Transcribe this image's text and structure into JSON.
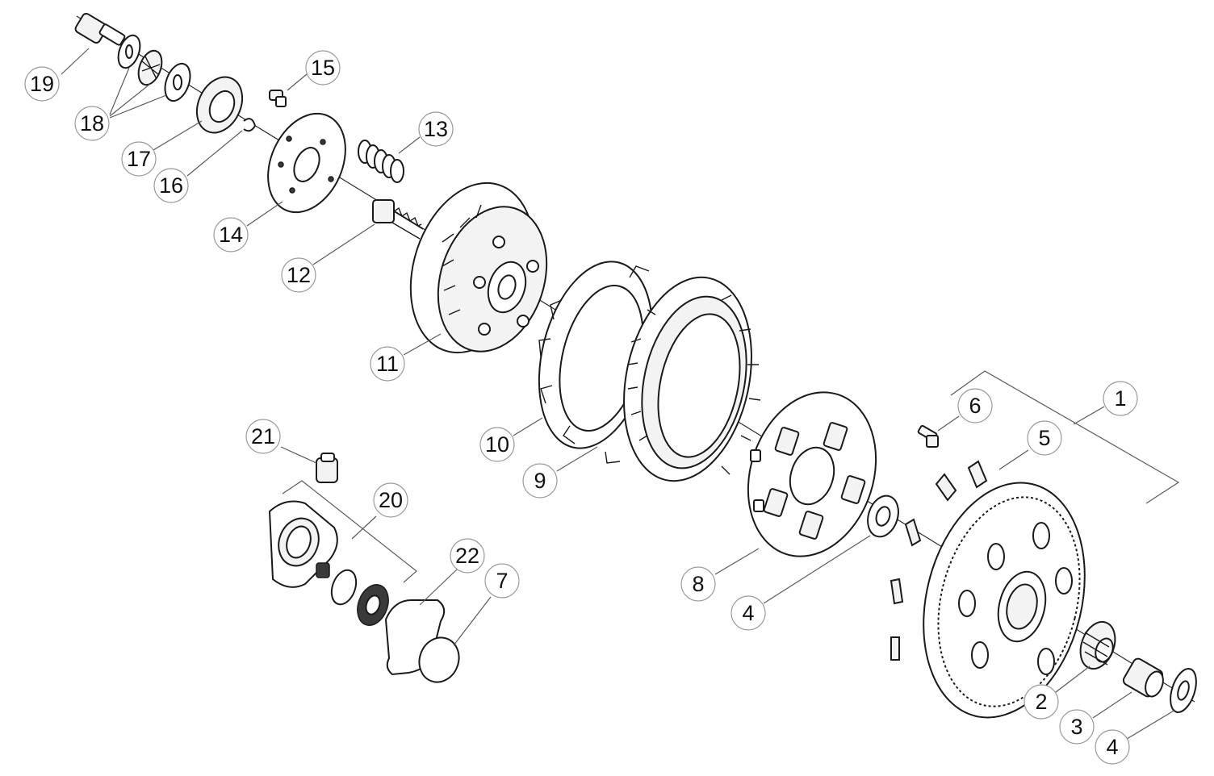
{
  "callouts": [
    {
      "id": "1",
      "label": "1"
    },
    {
      "id": "2",
      "label": "2"
    },
    {
      "id": "3",
      "label": "3"
    },
    {
      "id": "4a",
      "label": "4"
    },
    {
      "id": "4b",
      "label": "4"
    },
    {
      "id": "5",
      "label": "5"
    },
    {
      "id": "6",
      "label": "6"
    },
    {
      "id": "7",
      "label": "7"
    },
    {
      "id": "8",
      "label": "8"
    },
    {
      "id": "9",
      "label": "9"
    },
    {
      "id": "10",
      "label": "10"
    },
    {
      "id": "11",
      "label": "11"
    },
    {
      "id": "12",
      "label": "12"
    },
    {
      "id": "13",
      "label": "13"
    },
    {
      "id": "14",
      "label": "14"
    },
    {
      "id": "15",
      "label": "15"
    },
    {
      "id": "16",
      "label": "16"
    },
    {
      "id": "17",
      "label": "17"
    },
    {
      "id": "18",
      "label": "18"
    },
    {
      "id": "19",
      "label": "19"
    },
    {
      "id": "20",
      "label": "20"
    },
    {
      "id": "21",
      "label": "21"
    },
    {
      "id": "22",
      "label": "22"
    }
  ]
}
